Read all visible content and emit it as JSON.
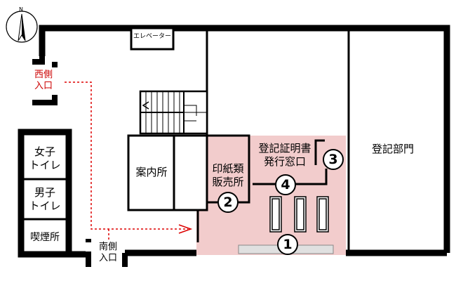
{
  "north_label": "N",
  "elevator": "エレベーター",
  "west_entrance": [
    "西側",
    "入口"
  ],
  "south_entrance": [
    "南側",
    "入口"
  ],
  "women_toilet": [
    "女子",
    "トイレ"
  ],
  "men_toilet": [
    "男子",
    "トイレ"
  ],
  "smoking": "喫煙所",
  "info_desk": "案内所",
  "stamp_sales": [
    "印紙類",
    "販売所"
  ],
  "certificate_window": [
    "登記証明書",
    "発行窓口"
  ],
  "registration_dept": "登記部門",
  "markers": [
    "1",
    "2",
    "3",
    "4"
  ],
  "colors": {
    "highlight": "#f2cccc",
    "route": "#dd0000",
    "wall": "#000000",
    "counter": "#e0e0e0"
  }
}
